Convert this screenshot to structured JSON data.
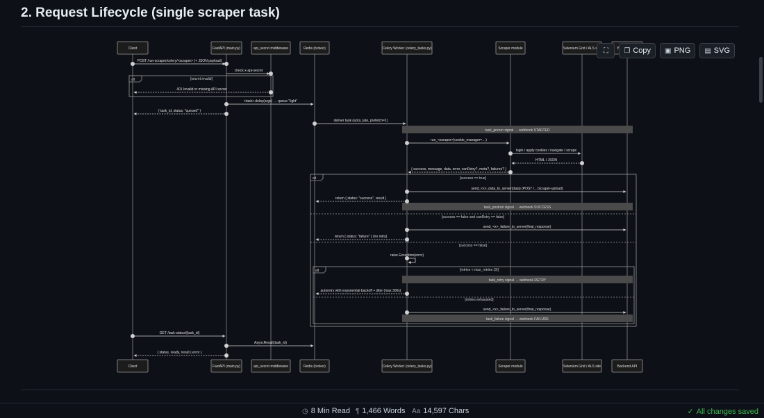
{
  "heading": "2. Request Lifecycle (single scraper task)",
  "toolbar": {
    "expand_glyph": "⛶",
    "copy_label": "Copy",
    "png_label": "PNG",
    "svg_label": "SVG"
  },
  "participants": [
    "Client",
    "FastAPI (main.py)",
    "api_secret middleware",
    "Redis (broker)",
    "Celery Worker (celery_tasks.py)",
    "Scraper module",
    "Selenium Grid / ALS site",
    "Backend API"
  ],
  "messages": [
    "POST /run-scraper/celery/<scraper> (+ JSON payload)",
    "check x-api-secret",
    "401 Invalid or missing API secret",
    "<task>.delay(args) → queue \"light\"",
    "{ task_id, status: \"queued\" }",
    "deliver task (acks_late, prefetch=1)",
    "run_<scraper>(cookie_manager=…)",
    "login / apply cookies / navigate / scrape",
    "HTML / JSON",
    "{ success, message, data, error, canRetry?, meta?, failures? }",
    "send_<x>_data_to_server(data) (POST /…/scraper-upload)",
    "return { status: \"success\", result }",
    "send_<x>_failure_to_server(final_response)",
    "return { status: \"failure\" } (no retry)",
    "raise Exception(error)",
    "autoretry with exponential backoff + jitter (max 300s)",
    "send_<x>_failure_to_server(final_response)",
    "GET /task-status/{task_id}",
    "AsyncResult(task_id)",
    "{ status, ready, result | error }"
  ],
  "notes": [
    "task_prerun signal → webhook STARTED",
    "task_postrun signal → webhook SUCCESS",
    "task_retry signal → webhook RETRY",
    "task_failure signal → webhook FAILURE"
  ],
  "frames": {
    "alt_label": "alt",
    "secret_invalid": "[secret invalid]",
    "success_true": "[success == true]",
    "success_false_no_retry": "[success == false and canRetry == false]",
    "success_false": "[success == false]",
    "retries_lt_max": "[retries < max_retries (3)]",
    "retries_exhausted": "[retries exhausted]"
  },
  "statusbar": {
    "read_time": "8 Min Read",
    "words": "1,466 Words",
    "chars": "14,597 Chars",
    "saved": "All changes saved"
  }
}
